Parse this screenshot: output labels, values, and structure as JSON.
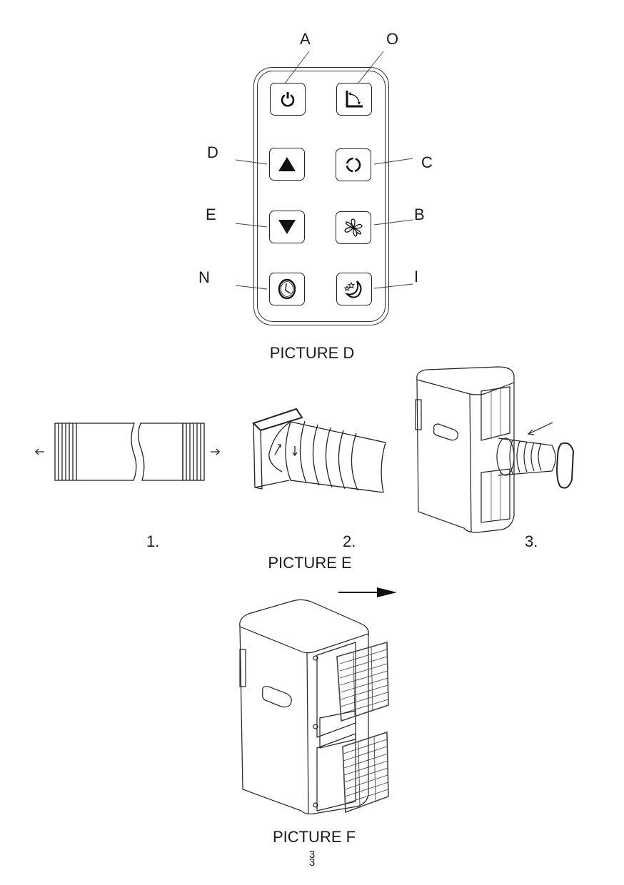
{
  "picture_d": {
    "caption": "PICTURE D",
    "buttons": [
      {
        "letter": "A",
        "function": "power",
        "icon": "power-icon"
      },
      {
        "letter": "O",
        "function": "swing",
        "icon": "swing-icon"
      },
      {
        "letter": "D",
        "function": "up",
        "icon": "triangle-up-icon"
      },
      {
        "letter": "C",
        "function": "mode",
        "icon": "mode-circle-icon"
      },
      {
        "letter": "E",
        "function": "down",
        "icon": "triangle-down-icon"
      },
      {
        "letter": "B",
        "function": "fan",
        "icon": "fan-icon"
      },
      {
        "letter": "N",
        "function": "timer",
        "icon": "clock-icon"
      },
      {
        "letter": "I",
        "function": "sleep",
        "icon": "moon-stars-icon"
      }
    ]
  },
  "picture_e": {
    "caption": "PICTURE E",
    "steps": [
      "1.",
      "2.",
      "3."
    ]
  },
  "picture_f": {
    "caption": "PICTURE F"
  },
  "page_number": [
    "3",
    "3"
  ]
}
